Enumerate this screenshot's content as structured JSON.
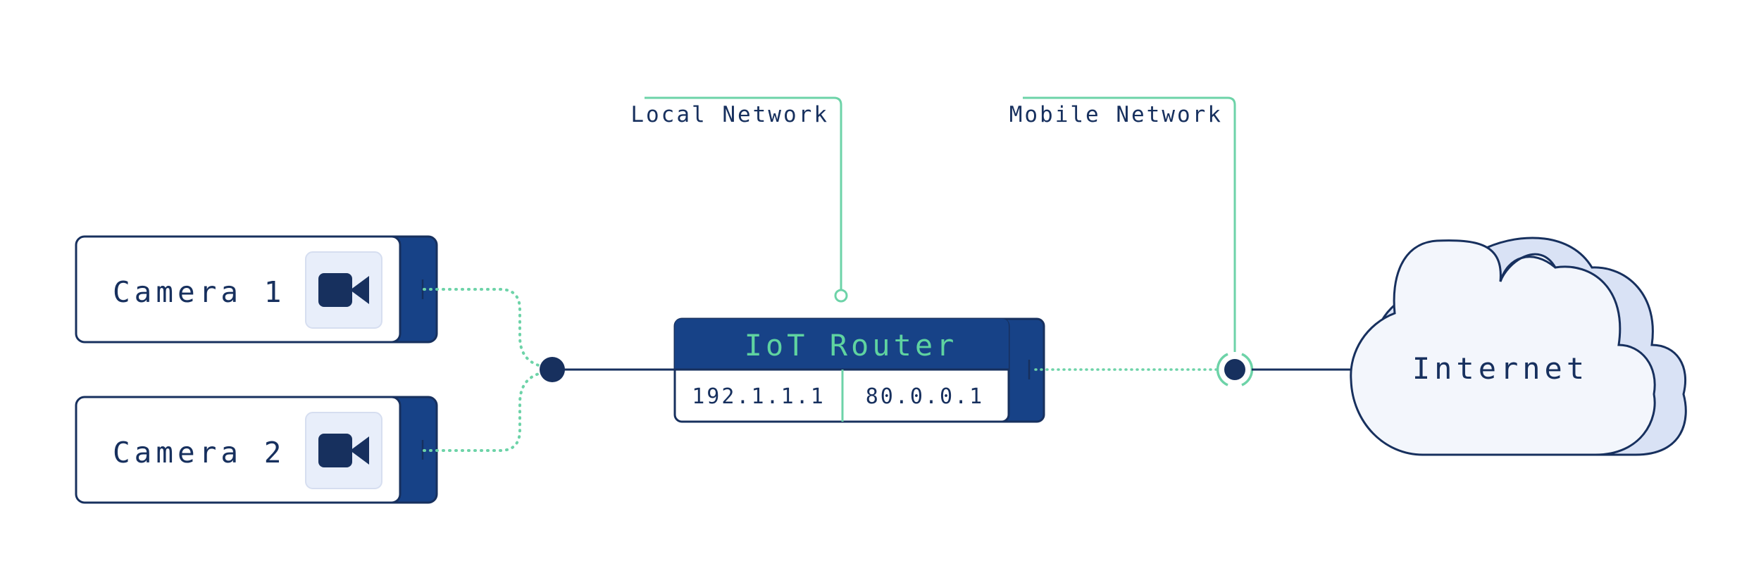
{
  "labels": {
    "local_network": "Local Network",
    "mobile_network": "Mobile Network"
  },
  "devices": [
    {
      "name": "Camera 1",
      "icon": "video-camera-icon"
    },
    {
      "name": "Camera 2",
      "icon": "video-camera-icon"
    }
  ],
  "router": {
    "title": "IoT Router",
    "ip_local": "192.1.1.1",
    "ip_public": "80.0.0.1"
  },
  "cloud": {
    "label": "Internet"
  },
  "colors": {
    "navy": "#17305e",
    "blue": "#174287",
    "green": "#6dd3a8",
    "icon_bg": "#e8eefa",
    "cloud_fill": "#f3f6fc",
    "cloud_back": "#d9e2f5"
  }
}
